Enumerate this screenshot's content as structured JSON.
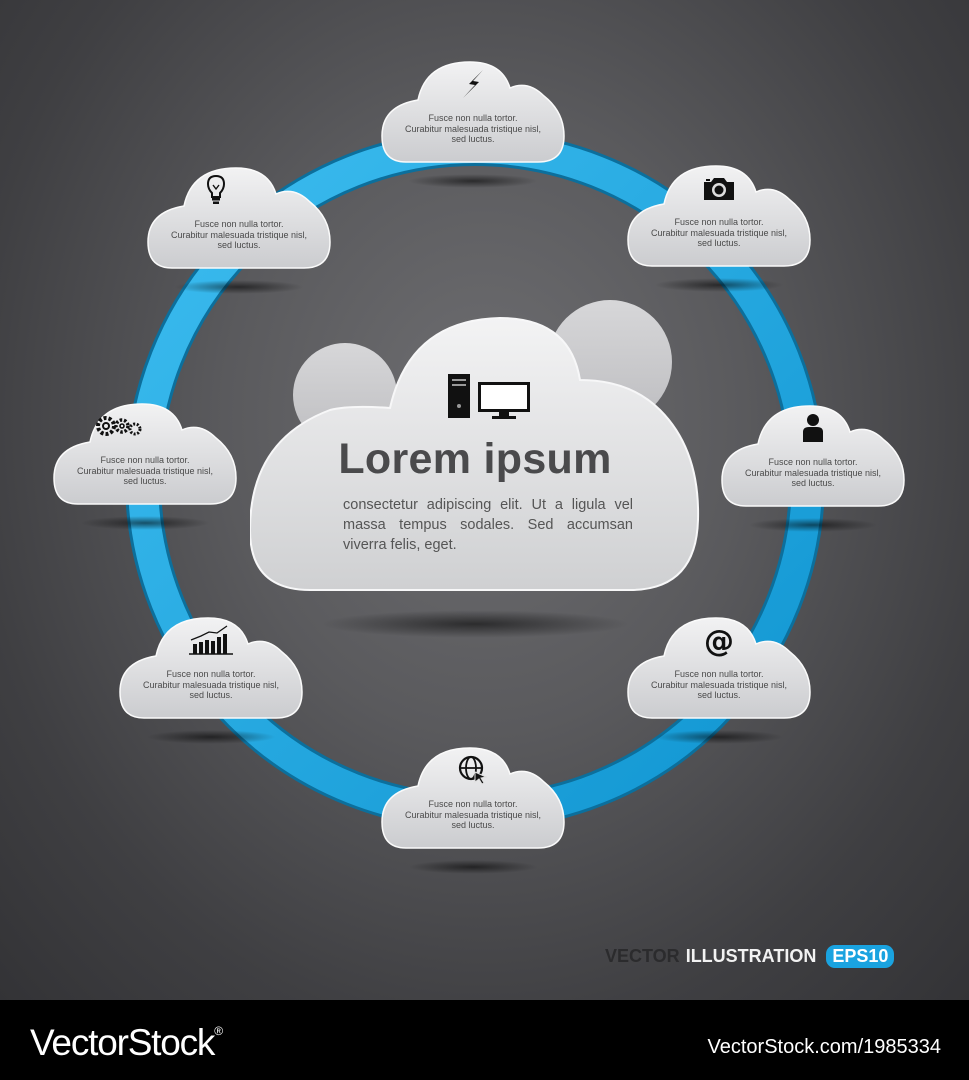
{
  "center": {
    "title": "Lorem ipsum",
    "body": "consectetur adipiscing elit. Ut a ligula vel massa tempus sodales. Sed accumsan viverra felis, eget.",
    "icon": "computer-tower-monitor-icon"
  },
  "clouds": [
    {
      "key": "top",
      "icon": "lightning-icon",
      "line1": "Fusce non nulla tortor.",
      "line2": "Curabitur malesuada tristique nisl,",
      "line3": "sed luctus."
    },
    {
      "key": "top-right",
      "icon": "camera-icon",
      "line1": "Fusce non nulla tortor.",
      "line2": "Curabitur malesuada tristique nisl,",
      "line3": "sed luctus."
    },
    {
      "key": "right",
      "icon": "user-icon",
      "line1": "Fusce non nulla tortor.",
      "line2": "Curabitur malesuada tristique nisl,",
      "line3": "sed luctus."
    },
    {
      "key": "bottom-right",
      "icon": "at-sign-icon",
      "line1": "Fusce non nulla tortor.",
      "line2": "Curabitur malesuada tristique nisl,",
      "line3": "sed luctus."
    },
    {
      "key": "bottom",
      "icon": "globe-cursor-icon",
      "line1": "Fusce non nulla tortor.",
      "line2": "Curabitur malesuada tristique nisl,",
      "line3": "sed luctus."
    },
    {
      "key": "bottom-left",
      "icon": "bar-chart-icon",
      "line1": "Fusce non nulla tortor.",
      "line2": "Curabitur malesuada tristique nisl,",
      "line3": "sed luctus."
    },
    {
      "key": "left",
      "icon": "gears-icon",
      "line1": "Fusce non nulla tortor.",
      "line2": "Curabitur malesuada tristique nisl,",
      "line3": "sed luctus."
    },
    {
      "key": "top-left",
      "icon": "lightbulb-icon",
      "line1": "Fusce non nulla tortor.",
      "line2": "Curabitur malesuada tristique nisl,",
      "line3": "sed luctus."
    }
  ],
  "footer": {
    "tag_vector": "VECTOR",
    "tag_illustration": "ILLUSTRATION",
    "tag_eps": "EPS10"
  },
  "watermark": {
    "brand": "VectorStock",
    "registered": "®",
    "image_id": "VectorStock.com/1985334"
  },
  "colors": {
    "ring": "#1aa3e0",
    "cloud": "#e6e6e8",
    "background": "#4a4a4d",
    "text": "#4a4a4c"
  }
}
